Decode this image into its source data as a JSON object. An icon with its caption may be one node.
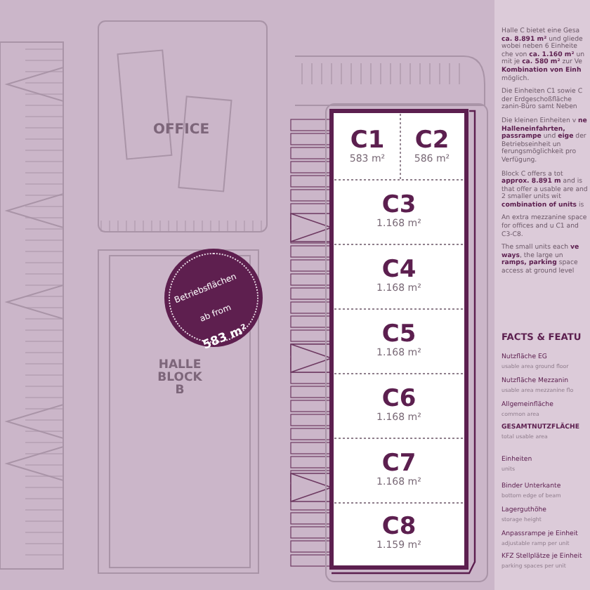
{
  "diagram": {
    "nodes": [
      {
        "text": [
          "OFFICE"
        ]
      },
      {
        "text": [
          "HALLE BLOCK B"
        ]
      },
      {
        "text": [
          "Betriebsflächen",
          "ab from",
          "583 m²"
        ]
      },
      {
        "text": [
          "C1",
          "583 m²"
        ]
      },
      {
        "text": [
          "C2",
          "586 m²"
        ]
      },
      {
        "text": [
          "C3",
          "1.168 m²"
        ]
      },
      {
        "text": [
          "C4",
          "1.168 m²"
        ]
      },
      {
        "text": [
          "C5",
          "1.168 m²"
        ]
      },
      {
        "text": [
          "C6",
          "1.168 m²"
        ]
      },
      {
        "text": [
          "C7",
          "1.168 m²"
        ]
      },
      {
        "text": [
          "C8",
          "1.159 m²"
        ]
      }
    ],
    "labels": [
      "Halle C bietet eine Gesa **ca. 8.891 m²** und gliede wobei neben 6 Einheite che von **ca. 1.160 m²** un mit je **ca. 580 m²** zur Ve **Kombination von Einh** möglich.",
      "Die Einheiten C1 sowie C der Erdgeschoßfläche zanin-Büro samt Neben",
      "Die kleinen Einheiten v **ne Halleneinfahrten,** **passrampe** und **eige** der Betriebseinheit un ferungsmöglichkeit pro Verfügung.",
      "Block C offers a tot **approx. 8.891 m** and is that offer a usable are and 2 smaller units wit **combination of units** is",
      "An extra mezzanine space for offices and u C1 and C3-C8.",
      "The small units each **ve ways**, the large un **ramps, parking** space access at ground level",
      "FACTS & FEATU",
      "Nutzfläche EG",
      "usable area ground floor",
      "Nutzfläche Mezzanin",
      "usable area mezzanine flo",
      "Allgemeinfläche",
      "common area",
      "GESAMTNUTZFLÄCHE",
      "total usable area",
      "Einheiten",
      "units",
      "Binder Unterkante",
      "bottom edge of beam",
      "Lagerguthöhe",
      "storage height",
      "Anpassrampe je Einheit",
      "adjustable ramp per unit",
      "KFZ Stellplätze je Einheit",
      "parking spaces per unit"
    ]
  }
}
